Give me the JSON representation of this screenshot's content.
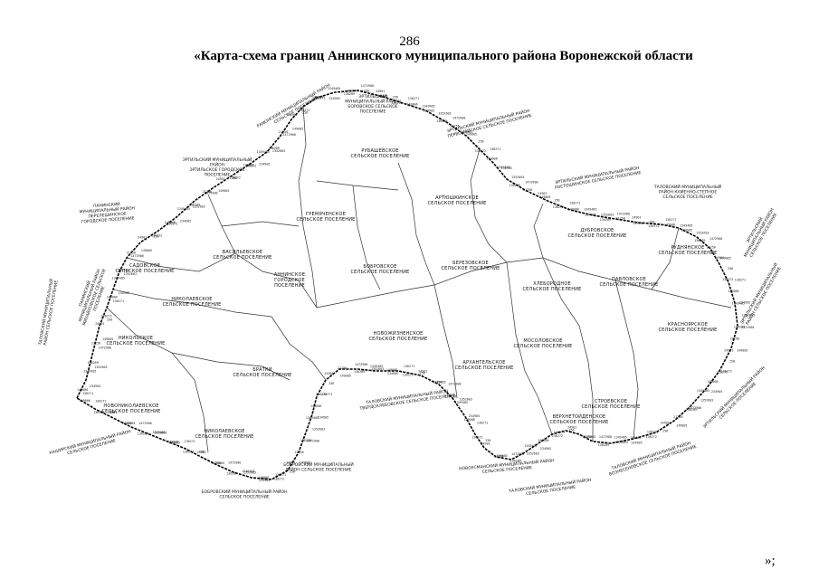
{
  "document": {
    "page_number": "286",
    "title": "«Карта-схема границ Аннинского муниципального района Воронежской области",
    "closing_mark": "»;"
  },
  "map": {
    "settlements": [
      {
        "id": "gremyachenskoe",
        "label": [
          "ГРЕМЯЧЕНСКОЕ",
          "СЕЛЬСКОЕ ПОСЕЛЕНИЕ"
        ]
      },
      {
        "id": "rubashevskoe",
        "label": [
          "РУБАШЕВСКОЕ",
          "СЕЛЬСКОЕ ПОСЕЛЕНИЕ"
        ]
      },
      {
        "id": "artyushkinskoe",
        "label": [
          "АРТЮШКИНСКОЕ",
          "СЕЛЬСКОЕ ПОСЕЛЕНИЕ"
        ]
      },
      {
        "id": "bobrovskoe",
        "label": [
          "БОБРОВСКОЕ",
          "СЕЛЬСКОЕ ПОСЕЛЕНИЕ"
        ]
      },
      {
        "id": "berezovskoe",
        "label": [
          "БЕРЕЗОВСКОЕ",
          "СЕЛЬСКОЕ ПОСЕЛЕНИЕ"
        ]
      },
      {
        "id": "annino",
        "label": [
          "АННИНСКОЕ",
          "ГОРОДСКОЕ",
          "ПОСЕЛЕНИЕ"
        ]
      },
      {
        "id": "nikolaevskoe",
        "label": [
          "НИКОЛАЕВСКОЕ",
          "СЕЛЬСКОЕ ПОСЕЛЕНИЕ"
        ]
      },
      {
        "id": "vasilevskoe",
        "label": [
          "ВАСИЛЬЕВСКОЕ",
          "СЕЛЬСКОЕ ПОСЕЛЕНИЕ"
        ]
      },
      {
        "id": "nikolskoe",
        "label": [
          "НИКОЛЬСКОЕ",
          "СЕЛЬСКОЕ ПОСЕЛЕНИЕ"
        ]
      },
      {
        "id": "khleborodnoe",
        "label": [
          "ХЛЕБОРОДНОЕ",
          "СЕЛЬСКОЕ ПОСЕЛЕНИЕ"
        ]
      },
      {
        "id": "dubrovskoe",
        "label": [
          "ДУБРОВСКОЕ",
          "СЕЛЬСКОЕ ПОСЕЛЕНИЕ"
        ]
      },
      {
        "id": "arkhangelskoe",
        "label": [
          "АРХАНГЕЛЬСКОЕ",
          "СЕЛЬСКОЕ ПОСЕЛЕНИЕ"
        ]
      },
      {
        "id": "pavlovskoe",
        "label": [
          "ПАВЛОВСКОЕ",
          "СЕЛЬСКОЕ ПОСЕЛЕНИЕ"
        ]
      },
      {
        "id": "krasnoyarskoe",
        "label": [
          "КРАСНОЯРСКОЕ",
          "СЕЛЬСКОЕ ПОСЕЛЕНИЕ"
        ]
      },
      {
        "id": "rudnyanskoe",
        "label": [
          "РУДНЯНСКОЕ",
          "СЕЛЬСКОЕ ПОСЕЛЕНИЕ"
        ]
      },
      {
        "id": "novozhiznenskoe",
        "label": [
          "НОВОЖИЗНЕНСКОЕ",
          "СЕЛЬСКОЕ ПОСЕЛЕНИЕ"
        ]
      },
      {
        "id": "mosolovskoe",
        "label": [
          "МОСОЛОВСКОЕ",
          "СЕЛЬСКОЕ ПОСЕЛЕНИЕ"
        ]
      },
      {
        "id": "verkhnetoydenskoe",
        "label": [
          "ВЕРХНЕТОЙДЕНСКОЕ",
          "СЕЛЬСКОЕ ПОСЕЛЕНИЕ"
        ]
      },
      {
        "id": "novonikolaevskoe",
        "label": [
          "НОВОНИКОЛАЕВСКОЕ",
          "СЕЛЬСКОЕ ПОСЕЛЕНИЕ"
        ]
      },
      {
        "id": "nikolaevkaya2",
        "label": [
          "НИКОЛАЕВСКОЕ",
          "СЕЛЬСКОЕ ПОСЕЛЕНИЕ"
        ]
      },
      {
        "id": "bratkovskoe",
        "label": [
          "БРАТКИ",
          "СЕЛЬСКОЕ ПОСЕЛЕНИЕ"
        ]
      },
      {
        "id": "sadovskoe",
        "label": [
          "САДОВСКОЕ",
          "СЕЛЬСКОЕ ПОСЕЛЕНИЕ"
        ]
      },
      {
        "id": "stroevskoe",
        "label": [
          "СТРОЕВСКОЕ",
          "СЕЛЬСКОЕ ПОСЕЛЕНИЕ"
        ]
      }
    ],
    "neighbors": [
      {
        "id": "n-ertil",
        "label": [
          "ЭРТИЛЬСКИЙ",
          "МУНИЦИПАЛЬНЫЙ РАЙОН",
          "БОРОВСКОЕ СЕЛЬСКОЕ",
          "ПОСЕЛЕНИЕ"
        ]
      },
      {
        "id": "n-ertil2",
        "label": [
          "ЭРТИЛЬСКИЙ МУНИЦИПАЛЬНЫЙ",
          "РАЙОН",
          "ЭРТИЛЬСКОЕ ГОРОДСКОЕ",
          "ПОСЕЛЕНИЕ"
        ]
      },
      {
        "id": "n-ertil3",
        "label": [
          "ЭРТИЛЬСКИЙ МУНИЦИПАЛЬНЫЙ РАЙОН",
          "ПЕРВОМАЙСКОЕ СЕЛЬСКОЕ ПОСЕЛЕНИЕ"
        ]
      },
      {
        "id": "n-ertil4",
        "label": [
          "ЭРТИЛЬСКИЙ МУНИЦИПАЛЬНЫЙ РАЙОН",
          "РОСТОШИНСКОЕ СЕЛЬСКОЕ ПОСЕЛЕНИЕ"
        ]
      },
      {
        "id": "n-panin",
        "label": [
          "ПАНИНСКИЙ",
          "МУНИЦИПАЛЬНЫЙ РАЙОН",
          "ПЕРЕЛЕШИНСКОЕ",
          "ГОРОДСКОЕ ПОСЕЛЕНИЕ"
        ]
      },
      {
        "id": "n-panin2",
        "label": [
          "ПАНИНСКИЙ",
          "МУНИЦИПАЛЬНЫЙ РАЙОН",
          "МИХАЙЛОВСКОЕ СЕЛЬСКОЕ",
          "ПОСЕЛЕНИЕ"
        ]
      },
      {
        "id": "n-ramon",
        "label": [
          "РАМОНСКИЙ МУНИЦИПАЛЬНЫЙ РАЙОН",
          "СЕЛЬСКОЕ ПОСЕЛЕНИЕ"
        ]
      },
      {
        "id": "n-kashira",
        "label": [
          "КАШИРСКИЙ МУНИЦИПАЛЬНЫЙ РАЙОН",
          "СЕЛЬСКОЕ ПОСЕЛЕНИЕ"
        ]
      },
      {
        "id": "n-bobrov",
        "label": [
          "БОБРОВСКИЙ МУНИЦИПАЛЬНЫЙ РАЙОН",
          "СЕЛЬСКОЕ ПОСЕЛЕНИЕ"
        ]
      },
      {
        "id": "n-bobrov2",
        "label": [
          "БОБРОВСКИЙ МУНИЦИПАЛЬНЫЙ",
          "РАЙОН СЕЛЬСКОЕ ПОСЕЛЕНИЕ"
        ]
      },
      {
        "id": "n-talov",
        "label": [
          "ТАЛОВСКИЙ МУНИЦИПАЛЬНЫЙ РАЙОН",
          "ТВЕРДОХЛЕБОВСКОЕ СЕЛЬСКОЕ ПОСЕЛЕНИЕ"
        ]
      },
      {
        "id": "n-talov2",
        "label": [
          "ТАЛОВСКИЙ МУНИЦИПАЛЬНЫЙ РАЙОН",
          "СЕЛЬСКОЕ ПОСЕЛЕНИЕ"
        ]
      },
      {
        "id": "n-talov3",
        "label": [
          "ТАЛОВСКИЙ МУНИЦИПАЛЬНЫЙ",
          "РАЙОН КАМЕННО-СТЕПНОЕ",
          "СЕЛЬСКОЕ ПОСЕЛЕНИЕ"
        ]
      },
      {
        "id": "n-talov4",
        "label": [
          "ТАЛОВСКИЙ МУНИЦИПАЛЬНЫЙ РАЙОН",
          "ВОЗНЕСЕНОВСКОЕ СЕЛЬСКОЕ ПОСЕЛЕНИЕ"
        ]
      },
      {
        "id": "n-ertil5",
        "label": [
          "ЭРТИЛЬСКИЙ",
          "МУНИЦИПАЛЬНЫЙ РАЙОН",
          "СЕЛЬСКОЕ ПОСЕЛЕНИЕ"
        ]
      },
      {
        "id": "n-novousman",
        "label": [
          "НОВОУСМАНСКИЙ МУНИЦИПАЛЬНЫЙ РАЙОН",
          "СЕЛЬСКОЕ ПОСЕЛЕНИЕ"
        ]
      },
      {
        "id": "n-ertil6",
        "label": [
          "ЭРТИЛЬСКИЙ МУНИЦИПАЛЬНЫЙ РАЙОН",
          "СЕЛЬСКОЕ ПОСЕЛЕНИЕ"
        ]
      },
      {
        "id": "n-ertil7",
        "label": [
          "ЭРТИЛЬСКИЙ МУНИЦИПАЛЬНЫЙ",
          "РАЙОН СЕЛЬСКОЕ ПОСЕЛЕНИЕ"
        ]
      },
      {
        "id": "n-talov5",
        "label": [
          "ТАЛОВСКИЙ МУНИЦИПАЛЬНЫЙ",
          "РАЙОН СЕЛЬСКОЕ ПОСЕЛЕНИЕ"
        ]
      }
    ],
    "point_labels": [
      "136271",
      "149006",
      "234905",
      "1349405",
      "1352603",
      "136289",
      "1472900",
      "21256",
      "149005",
      "24901",
      "256",
      "136272"
    ]
  }
}
